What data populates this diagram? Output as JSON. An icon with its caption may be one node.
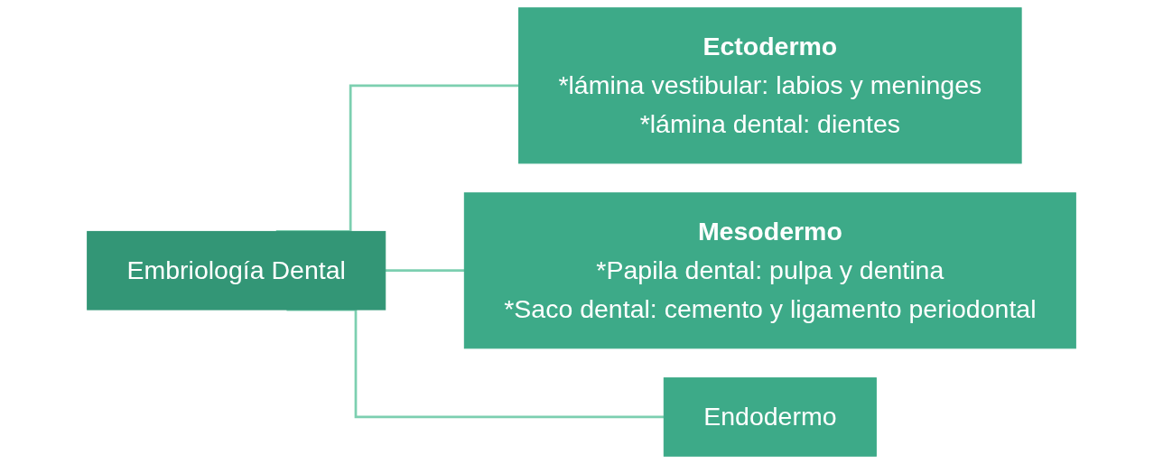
{
  "diagram": {
    "nodes": [
      {
        "text": [
          "Embriología Dental"
        ]
      },
      {
        "text": [
          "Ectodermo",
          "*lámina vestibular: labios y meninges",
          "*lámina dental: dientes"
        ]
      },
      {
        "text": [
          "Mesodermo",
          "*Papila dental: pulpa y dentina",
          "*Saco dental: cemento y ligamento periodontal"
        ]
      },
      {
        "text": [
          "Endodermo"
        ]
      }
    ],
    "edges": [
      {
        "from": 0,
        "to": 1,
        "arrow": "none"
      },
      {
        "from": 0,
        "to": 2,
        "arrow": "none"
      },
      {
        "from": 0,
        "to": 3,
        "arrow": "none"
      }
    ]
  }
}
